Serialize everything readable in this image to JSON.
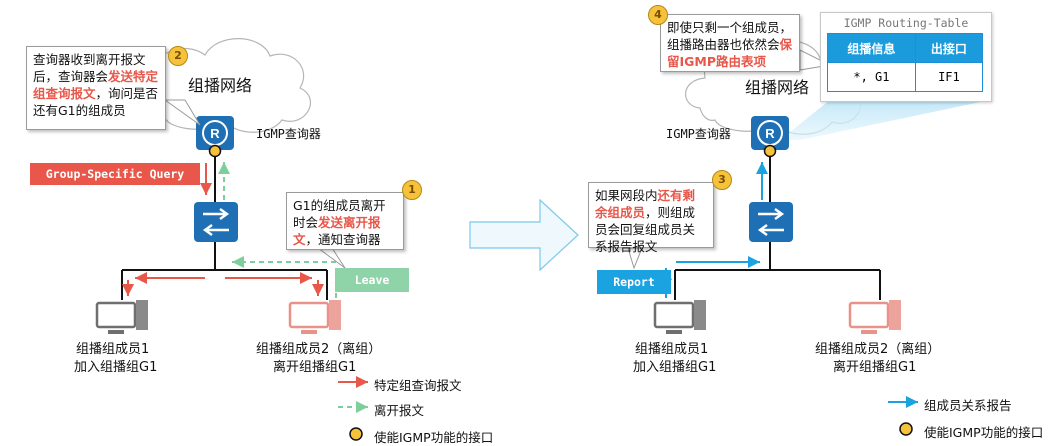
{
  "left": {
    "cloud_label": "组播网络",
    "querier_label": "IGMP查询器",
    "query_label": "Group-Specific Query",
    "leave_label": "Leave",
    "member1_line1": "组播组成员1",
    "member1_line2": "加入组播组G1",
    "member2_line1": "组播组成员2（离组）",
    "member2_line2": "离开组播组G1",
    "callout2": {
      "badge": "2",
      "pre": "查询器收到离开报文后，查询器会",
      "hl": "发送特定组查询报文",
      "post": "，询问是否还有G1的组成员"
    },
    "callout1": {
      "badge": "1",
      "pre": "G1的组成员离开时会",
      "hl": "发送离开报文",
      "post": "，通知查询器"
    },
    "legend": [
      {
        "type": "arrow",
        "color": "#e8574a",
        "dashed": false,
        "text": "特定组查询报文"
      },
      {
        "type": "arrow",
        "color": "#7ccf9b",
        "dashed": true,
        "text": "离开报文"
      },
      {
        "type": "dot",
        "text": "使能IGMP功能的接口"
      }
    ]
  },
  "right": {
    "cloud_label": "组播网络",
    "querier_label": "IGMP查询器",
    "report_label": "Report",
    "member1_line1": "组播组成员1",
    "member1_line2": "加入组播组G1",
    "member2_line1": "组播组成员2（离组）",
    "member2_line2": "离开组播组G1",
    "callout4": {
      "badge": "4",
      "pre": "即使只剩一个组成员，组播路由器也依然会",
      "hl": "保留IGMP路由表项",
      "post": ""
    },
    "callout3": {
      "badge": "3",
      "pre": "如果网段内",
      "hl": "还有剩余组成员",
      "post": "，则组成员会回复组成员关系报告报文"
    },
    "routing_table": {
      "title": "IGMP Routing-Table",
      "headers": [
        "组播信息",
        "出接口"
      ],
      "row": [
        "*, G1",
        "IF1"
      ]
    },
    "legend": [
      {
        "type": "arrow",
        "color": "#1aa3e0",
        "dashed": false,
        "text": "组成员关系报告"
      },
      {
        "type": "dot",
        "text": "使能IGMP功能的接口"
      }
    ]
  },
  "colors": {
    "query": "#e8574a",
    "leave": "#8fd3a8",
    "report": "#1aa3e0",
    "router": "#1f6fb5",
    "interface": "#f6c23b"
  }
}
